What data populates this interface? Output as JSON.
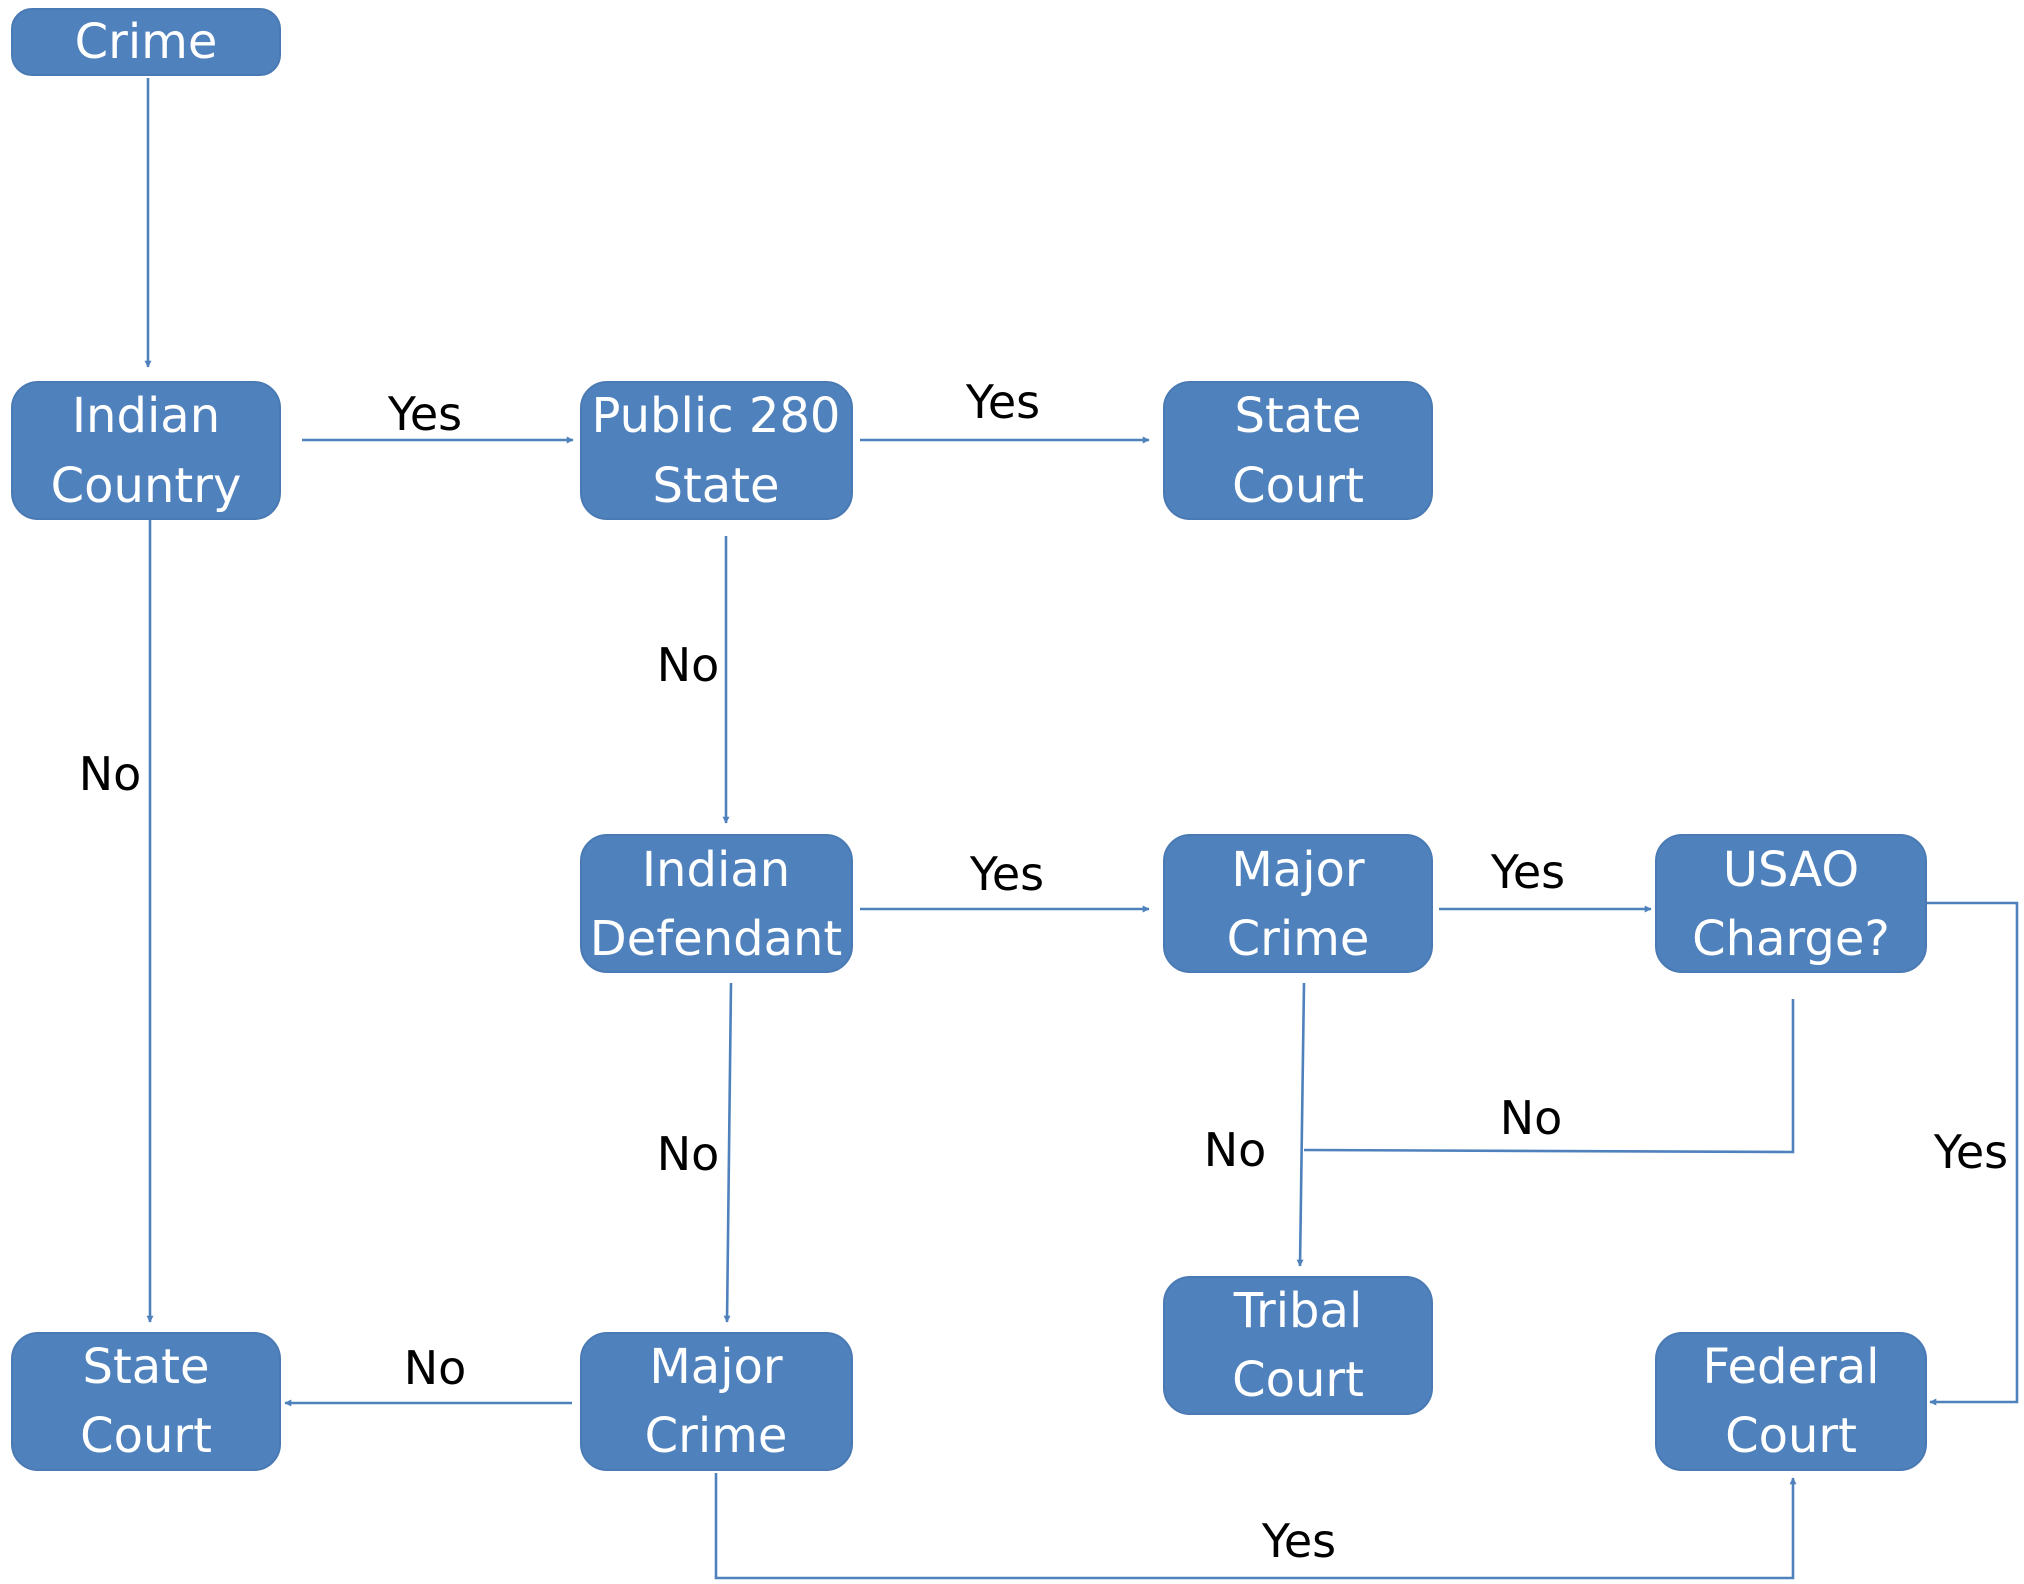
{
  "diagram": {
    "colors": {
      "node_fill": "#4f81bd",
      "edge": "#4f81bd",
      "node_text": "#ffffff",
      "label_text": "#000000"
    },
    "nodes": {
      "crime": {
        "lines": [
          "Crime"
        ]
      },
      "indian_country": {
        "lines": [
          "Indian",
          "Country"
        ]
      },
      "public_280_state": {
        "lines": [
          "Public 280",
          "State"
        ]
      },
      "state_court_top": {
        "lines": [
          "State",
          "Court"
        ]
      },
      "indian_defendant": {
        "lines": [
          "Indian",
          "Defendant"
        ]
      },
      "major_crime_mid": {
        "lines": [
          "Major",
          "Crime"
        ]
      },
      "usao_charge": {
        "lines": [
          "USAO",
          "Charge?"
        ]
      },
      "tribal_court": {
        "lines": [
          "Tribal",
          "Court"
        ]
      },
      "federal_court": {
        "lines": [
          "Federal",
          "Court"
        ]
      },
      "state_court_bottom": {
        "lines": [
          "State",
          "Court"
        ]
      },
      "major_crime_bottom": {
        "lines": [
          "Major",
          "Crime"
        ]
      }
    },
    "edge_labels": {
      "indian_country_yes": "Yes",
      "indian_country_no": "No",
      "public_280_yes": "Yes",
      "public_280_no": "No",
      "indian_defendant_yes": "Yes",
      "indian_defendant_no": "No",
      "major_crime_mid_yes": "Yes",
      "major_crime_mid_no": "No",
      "usao_no": "No",
      "usao_yes": "Yes",
      "major_crime_bottom_no": "No",
      "major_crime_bottom_yes": "Yes"
    }
  }
}
